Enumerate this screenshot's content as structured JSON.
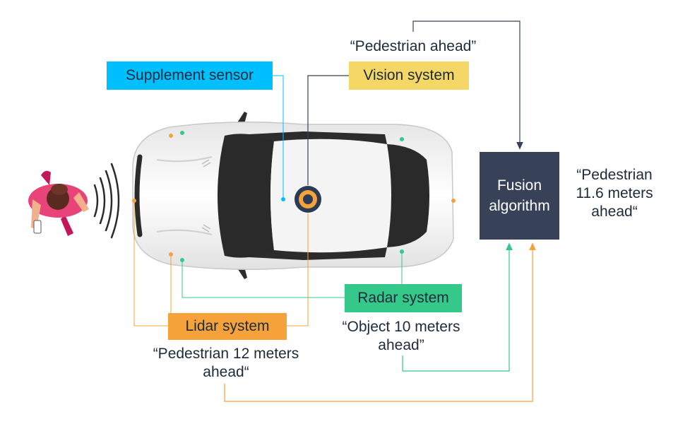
{
  "labels": {
    "supplement": "Supplement sensor",
    "vision": "Vision system",
    "radar": "Radar system",
    "lidar": "Lidar system"
  },
  "fusion": {
    "line1": "Fusion",
    "line2": "algorithm"
  },
  "quotes": {
    "vision": "“Pedestrian ahead”",
    "radar_1": "“Object 10 meters",
    "radar_2": "ahead”",
    "lidar_1": "“Pedestrian 12 meters",
    "lidar_2": "ahead“",
    "fusion_1": "“Pedestrian",
    "fusion_2": "11.6 meters",
    "fusion_3": "ahead“"
  },
  "colors": {
    "supplement": "#00bfff",
    "vision": "#f5d766",
    "radar": "#34c88a",
    "lidar": "#f5a23b",
    "fusion": "#374157",
    "text": "#1d2a3a"
  }
}
